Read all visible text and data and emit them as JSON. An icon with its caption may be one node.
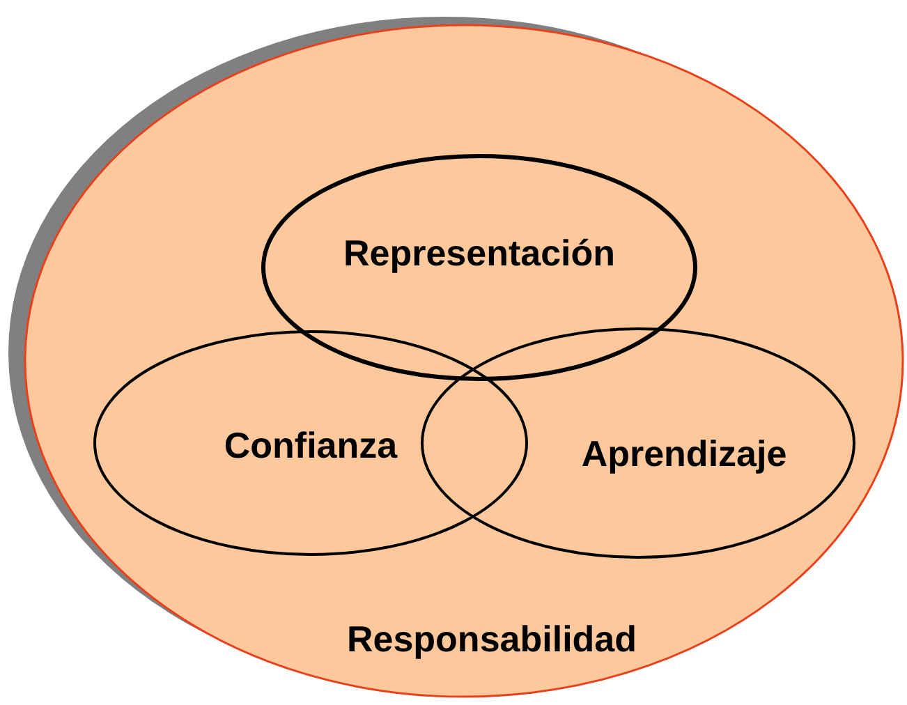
{
  "diagram": {
    "nodes": [
      {
        "text": [
          "Responsabilidad"
        ]
      },
      {
        "text": [
          "Representación"
        ],
        "in": 0
      },
      {
        "text": [
          "Confianza"
        ],
        "in": 0
      },
      {
        "text": [
          "Aprendizaje"
        ],
        "in": 0
      }
    ],
    "edges": []
  }
}
